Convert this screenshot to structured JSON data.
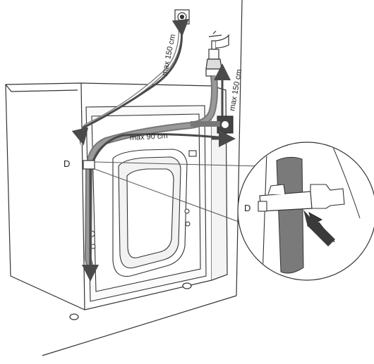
{
  "figure": {
    "labels": {
      "clip_main": "D",
      "clip_zoom": "D",
      "drain_height": "max 150 cm",
      "inlet_height": "max 150 cm",
      "inlet_length": "max 90 cm"
    },
    "icons": {
      "wall_outlet": "wall-socket-icon",
      "tap": "water-tap-icon",
      "arrow": "arrow-icon"
    },
    "colors": {
      "line": "#333333",
      "hose": "#7a7a7a",
      "arrow_fill": "#4a4a4a",
      "wall": "#ffffff"
    }
  }
}
